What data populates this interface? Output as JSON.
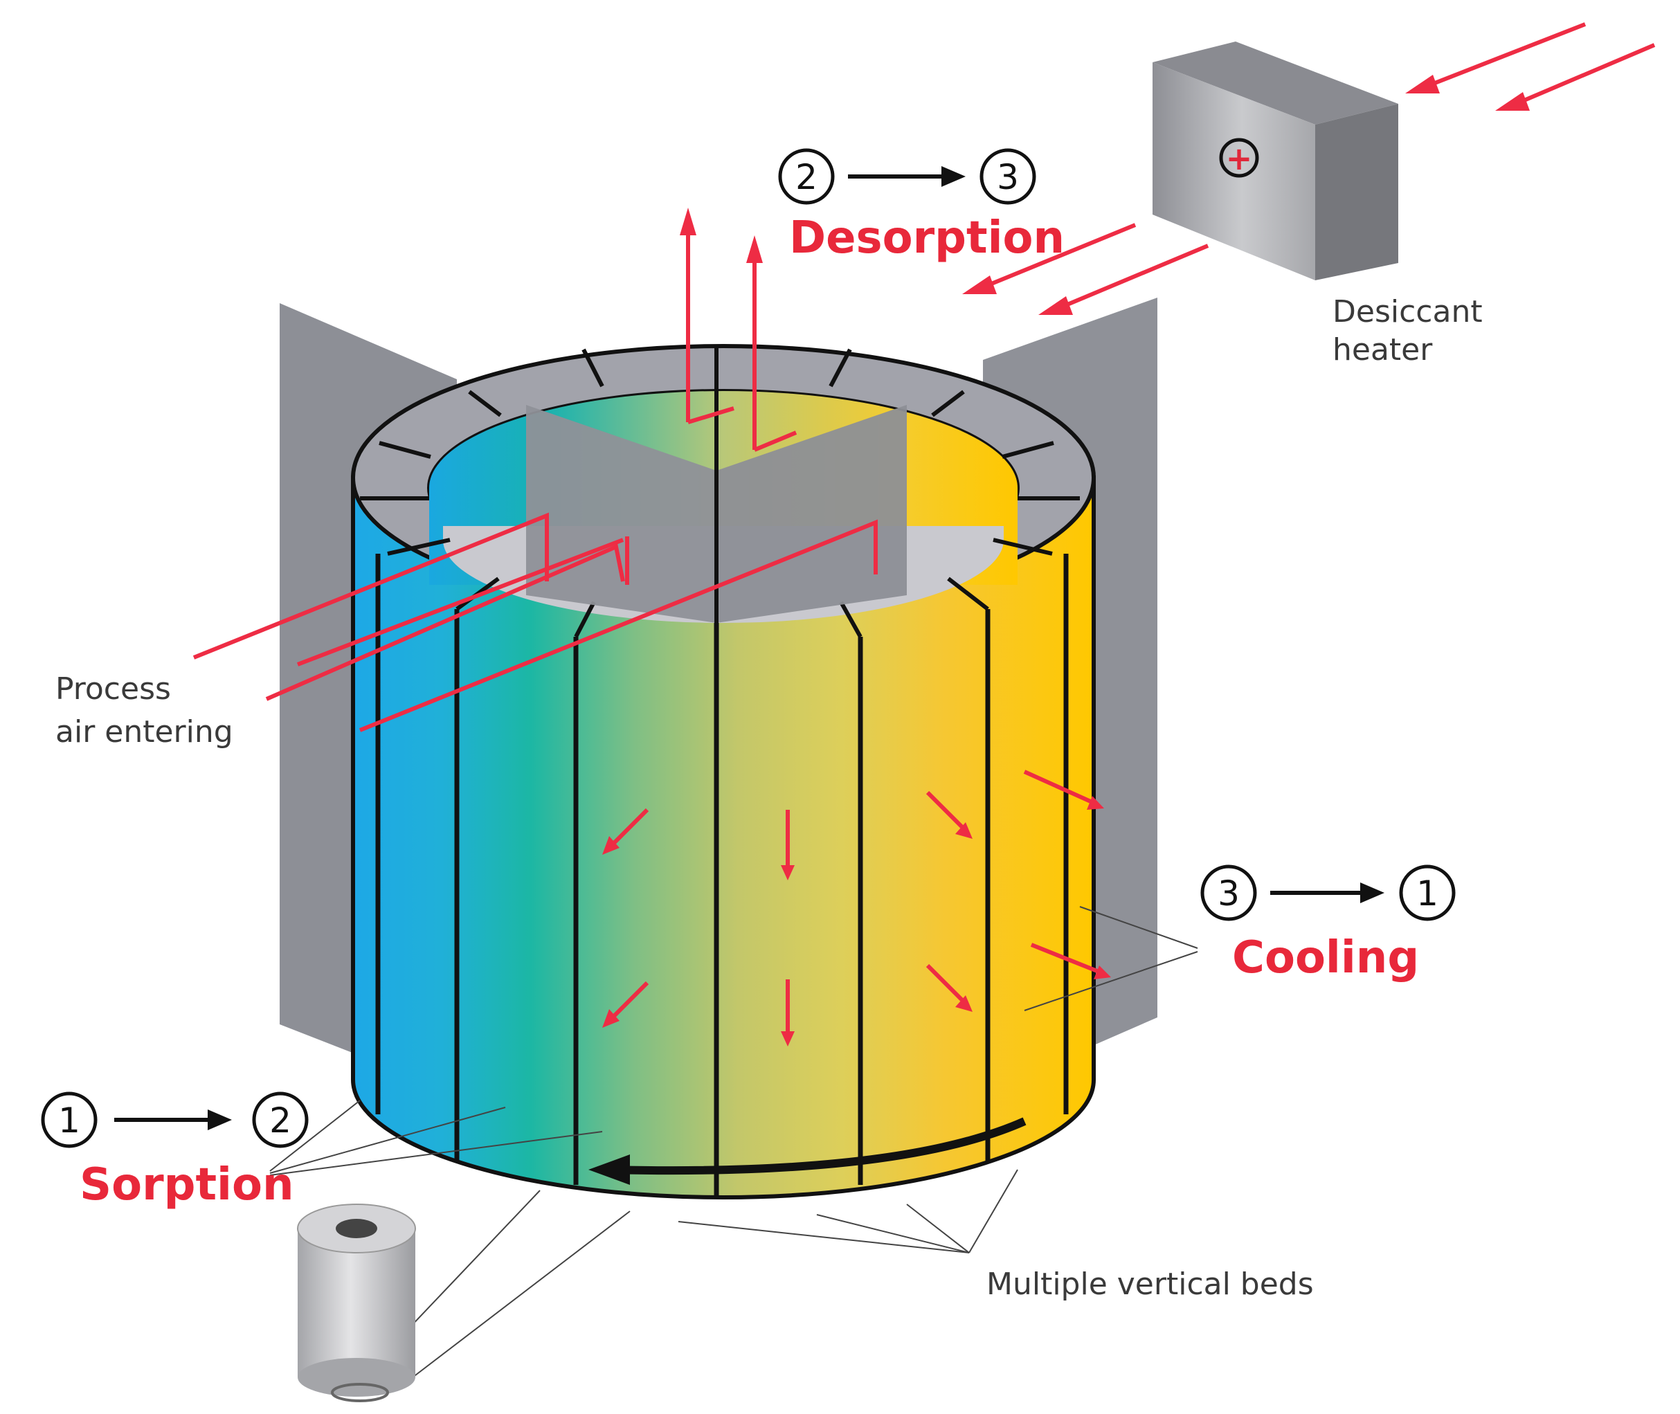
{
  "labels": {
    "desorption": "Desorption",
    "cooling": "Cooling",
    "sorption": "Sorption",
    "process_air_line1": "Process",
    "process_air_line2": "air entering",
    "heater_line1": "Desiccant",
    "heater_line2": "heater",
    "beds": "Multiple vertical beds",
    "heater_symbol": "+"
  },
  "stages": {
    "desorption": {
      "from": "2",
      "to": "3"
    },
    "cooling": {
      "from": "3",
      "to": "1"
    },
    "sorption": {
      "from": "1",
      "to": "2"
    }
  },
  "colors": {
    "label_red": "#e8283a",
    "arrow_red": "#ee2c44",
    "bed_blue": "#1ea8e6",
    "bed_teal": "#1cb7a4",
    "bed_green": "#9cc47e",
    "bed_yellow": "#ddd060",
    "bed_orange": "#ffc60a",
    "partition_gray": "#8f9199",
    "ring_gray": "#999aa2"
  }
}
